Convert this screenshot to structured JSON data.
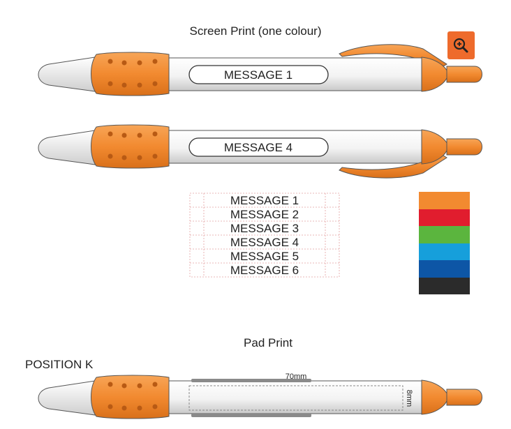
{
  "titles": {
    "screen_print": "Screen Print (one colour)",
    "pad_print": "Pad Print",
    "position": "POSITION K"
  },
  "pens": {
    "pen1_message": "MESSAGE 1",
    "pen2_message": "MESSAGE 4",
    "pen3_dim_width": "70mm",
    "pen3_dim_height": "8mm"
  },
  "message_table": [
    "MESSAGE 1",
    "MESSAGE 2",
    "MESSAGE 3",
    "MESSAGE 4",
    "MESSAGE 5",
    "MESSAGE 6"
  ],
  "colors": {
    "accent": "#F28A30",
    "zoom_button": "#EE6B2C",
    "swatches": [
      "#F28A30",
      "#E11D2E",
      "#5BB53E",
      "#169FDB",
      "#0D56A6",
      "#2B2B2B"
    ]
  },
  "icons": {
    "zoom": "zoom-in-icon"
  }
}
